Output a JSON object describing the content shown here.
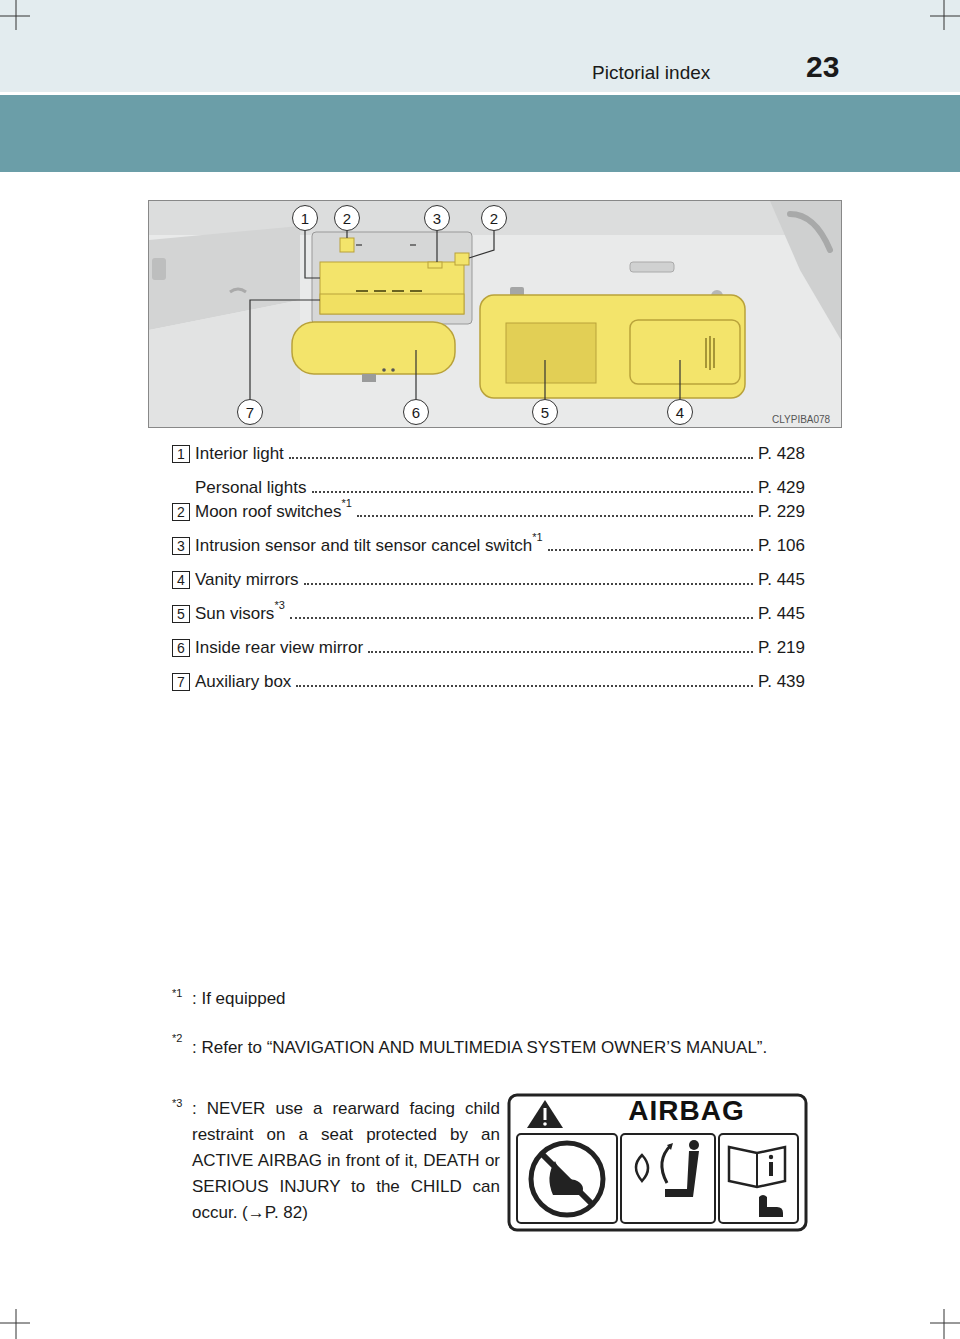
{
  "diagram": {
    "title": "Pictorial index",
    "nodes": [
      {
        "text": [
          "AIRBAG"
        ]
      }
    ],
    "labels": [
      "23",
      "1",
      "2",
      "3",
      "2",
      "7",
      "6",
      "5",
      "4",
      "CLYPIBA078",
      "1",
      "Interior light",
      "P. 428",
      "Personal lights",
      "P. 429",
      "2",
      "Moon roof switches",
      "*1",
      "P. 229",
      "3",
      "Intrusion sensor and tilt sensor cancel switch",
      "*1",
      "P. 106",
      "4",
      "Vanity mirrors",
      "P. 445",
      "5",
      "Sun visors",
      "*3",
      "P. 445",
      "6",
      "Inside rear view mirror",
      "P. 219",
      "7",
      "Auxiliary box",
      "P. 439",
      "*1",
      ": If equipped",
      "*2",
      ": Refer to “NAVIGATION AND MULTIMEDIA SYSTEM OWNER’S MANUAL”.",
      "*3",
      ": NEVER use a rearward facing child restraint on a seat protected by an ACTIVE AIRBAG in front of it, DEATH or SERIOUS INJURY to the CHILD can occur. (→P. 82)"
    ]
  }
}
